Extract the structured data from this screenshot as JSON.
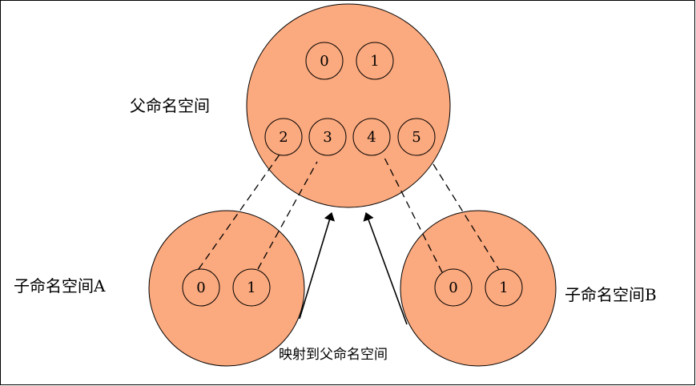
{
  "colors": {
    "namespace_fill": "#FBA97E",
    "stroke": "#000000",
    "background": "#FFFFFF",
    "frame": "#000000"
  },
  "parent_namespace": {
    "label": "父命名空间",
    "pids_top": [
      "0",
      "1"
    ],
    "pids_bottom": [
      "2",
      "3",
      "4",
      "5"
    ]
  },
  "child_a": {
    "label": "子命名空间A",
    "pids": [
      "0",
      "1"
    ]
  },
  "child_b": {
    "label": "子命名空间B",
    "pids": [
      "0",
      "1"
    ]
  },
  "mapping_caption": "映射到父命名空间"
}
